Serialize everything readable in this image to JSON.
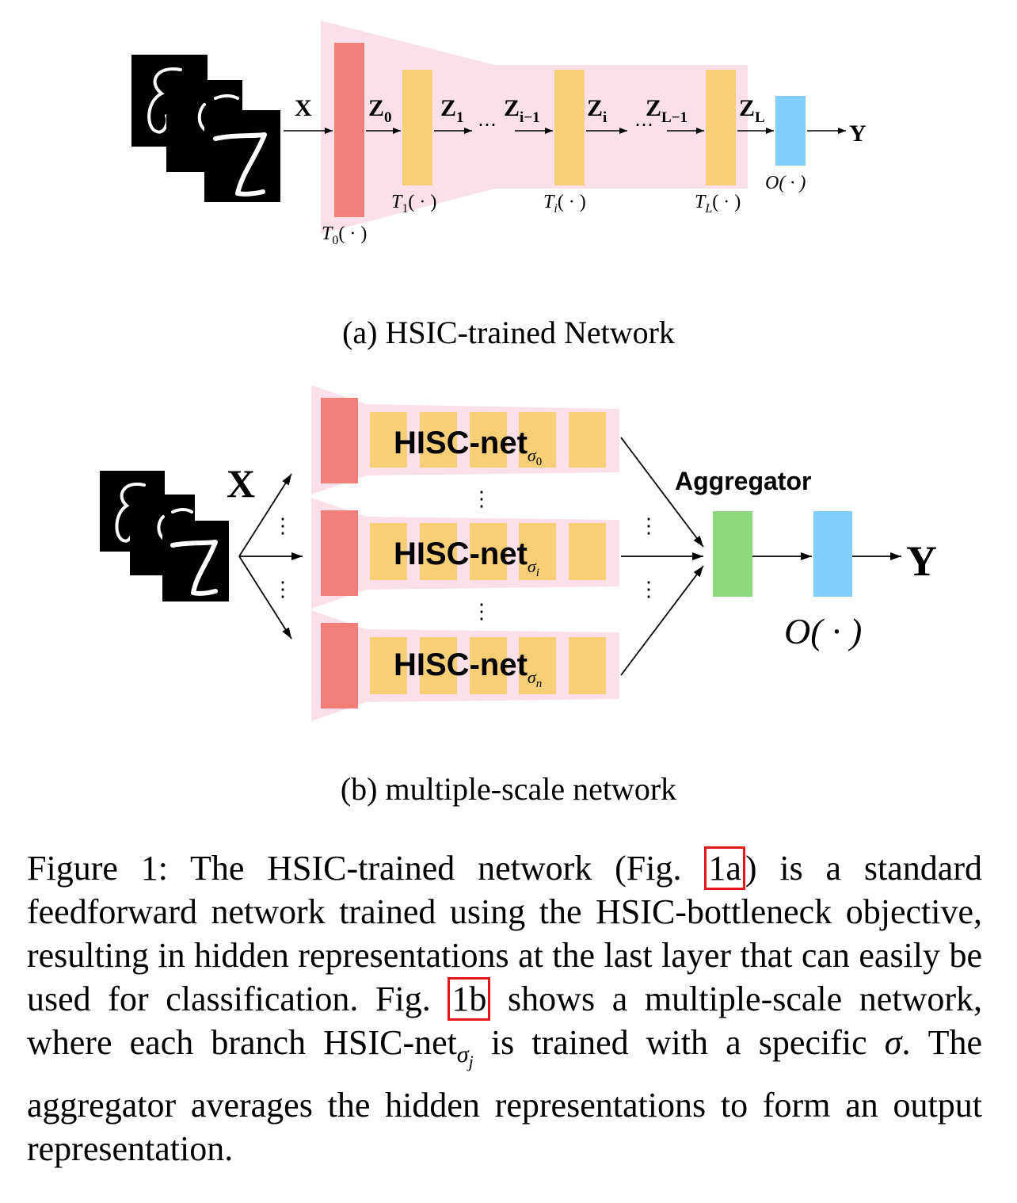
{
  "figure_a": {
    "input_label": "X",
    "output_label": "Y",
    "z_labels": [
      {
        "main": "Z",
        "sub": "0"
      },
      {
        "main": "Z",
        "sub": "1"
      },
      {
        "main": "Z",
        "sub": "i−1"
      },
      {
        "main": "Z",
        "sub": "i"
      },
      {
        "main": "Z",
        "sub": "L−1"
      },
      {
        "main": "Z",
        "sub": "L"
      }
    ],
    "ellipsis": "⋯",
    "layer_labels": [
      {
        "main": "T",
        "sub": "0",
        "args": "( · )"
      },
      {
        "main": "T",
        "sub": "1",
        "args": "( · )"
      },
      {
        "main": "T",
        "sub": "i",
        "args": "( · )"
      },
      {
        "main": "T",
        "sub": "L",
        "args": "( · )"
      }
    ],
    "output_layer_label": "O( · )",
    "subcaption": "(a) HSIC-trained Network"
  },
  "figure_b": {
    "input_label": "X",
    "output_label": "Y",
    "branches": [
      {
        "name": "HISC-net",
        "sub": "σ",
        "subsub": "0"
      },
      {
        "name": "HISC-net",
        "sub": "σ",
        "subsub": "i"
      },
      {
        "name": "HISC-net",
        "sub": "σ",
        "subsub": "n"
      }
    ],
    "vdots": "⋮",
    "aggregator_label": "Aggregator",
    "output_layer_label": "O( · )",
    "subcaption": "(b) multiple-scale network"
  },
  "colors": {
    "pink_background": "#fbe0ea",
    "red_layer": "#f47f7a",
    "yellow_layer": "#f8cf76",
    "blue_layer": "#7fcefb",
    "green_layer": "#8ed87d",
    "ref_box": "#e8161b"
  },
  "caption": {
    "part1": "Figure 1: The HSIC-trained network (Fig. ",
    "ref1": "1a",
    "part2": ") is a standard feedforward network trained using the HSIC-bottleneck objective, resulting in hidden representations at the last layer that can easily be used for classification. Fig. ",
    "ref2": "1b",
    "part3": " shows a multiple-scale network, where each branch HSIC-net",
    "sub_main": "σ",
    "sub_sub": "j",
    "part4": " is trained with a specific ",
    "sigma": "σ",
    "part5": ". The aggregator averages the hidden representations to form an output representation."
  }
}
